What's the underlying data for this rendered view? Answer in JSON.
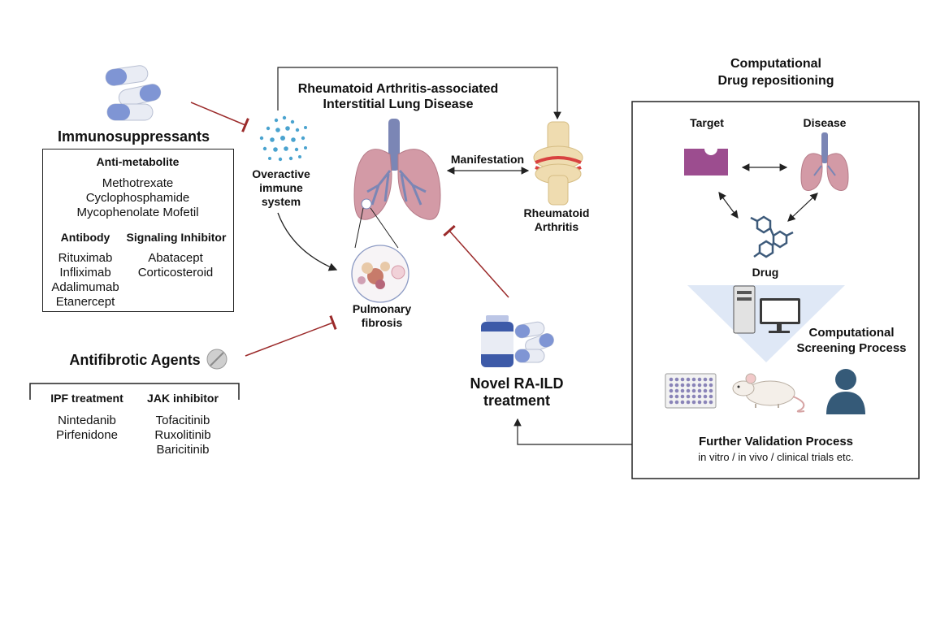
{
  "immunosuppressants": {
    "title": "Immunosuppressants",
    "antimetabolite_label": "Anti-metabolite",
    "antimetabolites": [
      "Methotrexate",
      "Cyclophosphamide",
      "Mycophenolate Mofetil"
    ],
    "antibody_label": "Antibody",
    "antibodies": [
      "Rituximab",
      "Infliximab",
      "Adalimumab",
      "Etanercept"
    ],
    "signaling_label": "Signaling Inhibitor",
    "signaling": [
      "Abatacept",
      "Corticosteroid"
    ]
  },
  "antifibrotic": {
    "title": "Antifibrotic Agents",
    "ipf_label": "IPF treatment",
    "ipf": [
      "Nintedanib",
      "Pirfenidone"
    ],
    "jak_label": "JAK inhibitor",
    "jak": [
      "Tofacitinib",
      "Ruxolitinib",
      "Baricitinib"
    ]
  },
  "center": {
    "title_line1": "Rheumatoid Arthritis-associated",
    "title_line2": "Interstitial Lung Disease",
    "immune_line1": "Overactive",
    "immune_line2": "immune",
    "immune_line3": "system",
    "manifestation": "Manifestation",
    "ra_line1": "Rheumatoid",
    "ra_line2": "Arthritis",
    "fibrosis_line1": "Pulmonary",
    "fibrosis_line2": "fibrosis",
    "novel_line1": "Novel RA-ILD",
    "novel_line2": "treatment"
  },
  "computational": {
    "title_line1": "Computational",
    "title_line2": "Drug repositioning",
    "target": "Target",
    "disease": "Disease",
    "drug": "Drug",
    "screening_line1": "Computational",
    "screening_line2": "Screening Process",
    "validation_title": "Further Validation Process",
    "validation_sub": "in vitro / in vivo / clinical trials etc."
  },
  "colors": {
    "inhibit": "#9b2a2a",
    "pill_blue": "#7f95d4",
    "lung": "#d39aa6",
    "airway": "#7b86b5",
    "target": "#9c4d8f",
    "person": "#355a78"
  }
}
